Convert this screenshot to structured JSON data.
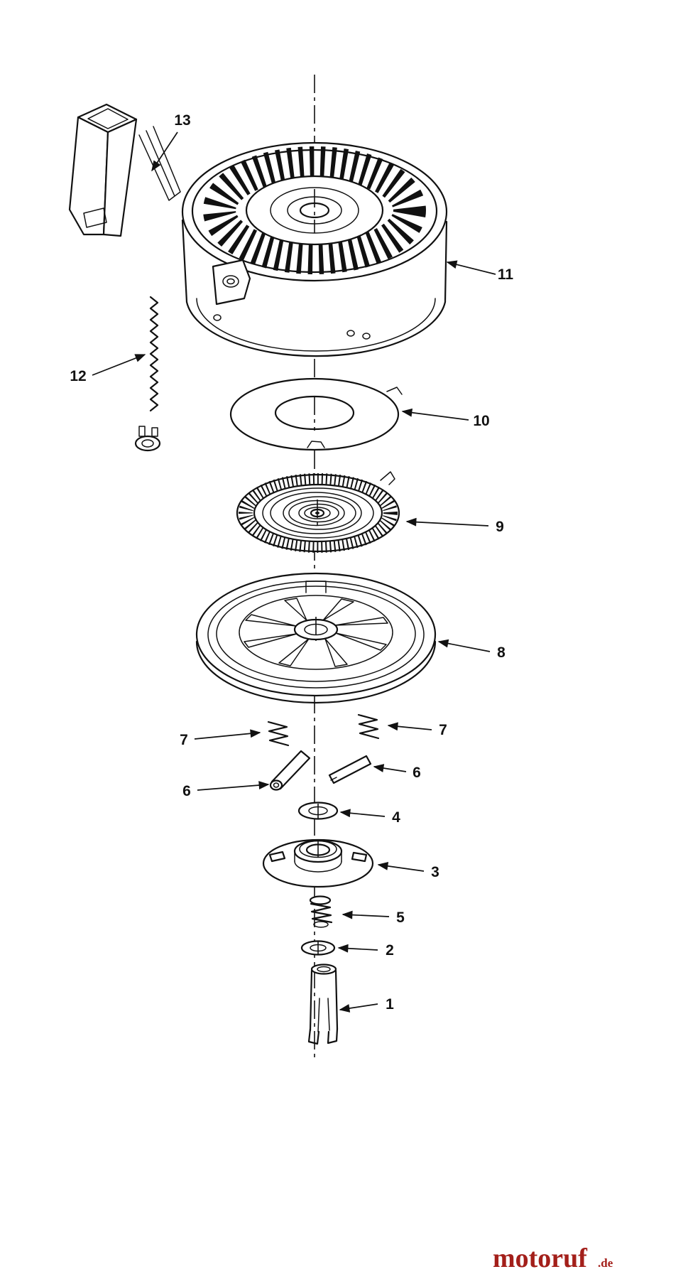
{
  "page": {
    "background": "#ffffff",
    "ink": "#111111"
  },
  "labels": {
    "p1": "1",
    "p2": "2",
    "p3": "3",
    "p4": "4",
    "p5": "5",
    "p6_left": "6",
    "p6_right": "6",
    "p7_left": "7",
    "p7_right": "7",
    "p8": "8",
    "p9": "9",
    "p10": "10",
    "p11": "11",
    "p12": "12",
    "p13": "13"
  },
  "watermark": {
    "brand": "motoruf",
    "suffix": ".de",
    "color": "#a31f1a"
  }
}
